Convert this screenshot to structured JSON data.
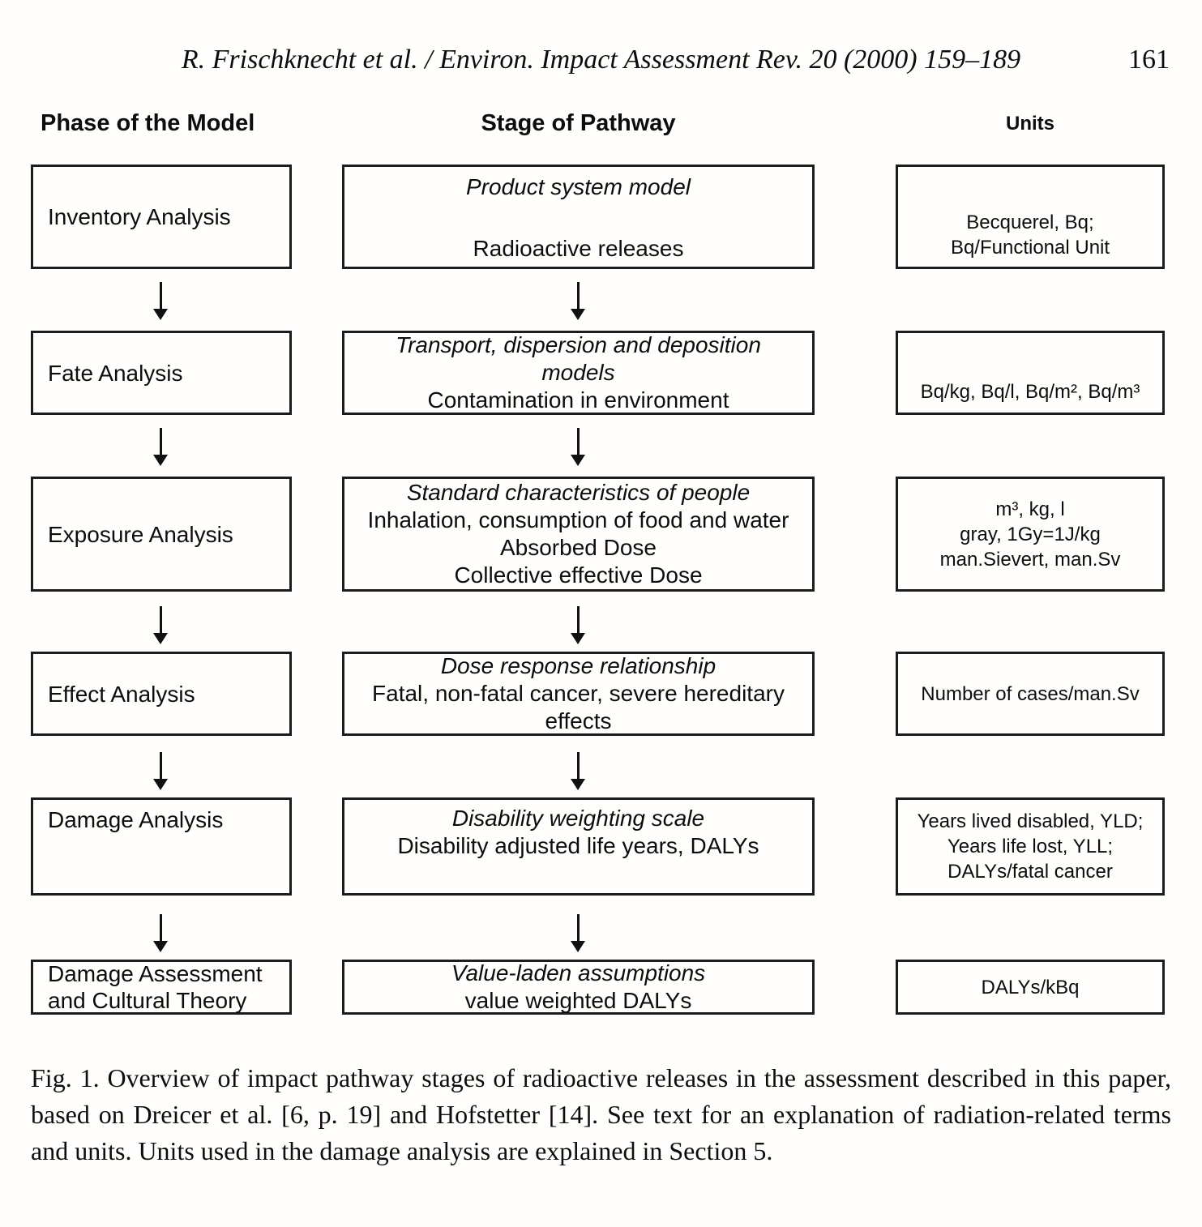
{
  "header": {
    "running_title": "R. Frischknecht et al. / Environ. Impact Assessment Rev. 20 (2000) 159–189",
    "page_number": "161"
  },
  "column_headers": {
    "phase": "Phase of the Model",
    "stage": "Stage of Pathway",
    "units": "Units"
  },
  "rows": [
    {
      "phase": "Inventory Analysis",
      "stage_title": "Product system model",
      "stage_body": "Radioactive releases",
      "units": "Becquerel, Bq;\nBq/Functional Unit"
    },
    {
      "phase": "Fate Analysis",
      "stage_title": "Transport, dispersion and deposition\nmodels",
      "stage_body": "Contamination in environment",
      "units": "Bq/kg, Bq/l, Bq/m², Bq/m³"
    },
    {
      "phase": "Exposure Analysis",
      "stage_title": "Standard characteristics of people",
      "stage_body": "Inhalation, consumption of food and water\nAbsorbed Dose\nCollective effective Dose",
      "units": "m³, kg, l\ngray, 1Gy=1J/kg\nman.Sievert, man.Sv"
    },
    {
      "phase": "Effect Analysis",
      "stage_title": "Dose response relationship",
      "stage_body": "Fatal, non-fatal cancer, severe hereditary\neffects",
      "units": "Number of cases/man.Sv"
    },
    {
      "phase": "Damage Analysis",
      "stage_title": "Disability weighting scale",
      "stage_body": "Disability adjusted life years, DALYs",
      "units": "Years lived disabled, YLD;\nYears life lost, YLL;\nDALYs/fatal cancer"
    },
    {
      "phase": "Damage Assessment\nand Cultural Theory",
      "stage_title": "Value-laden assumptions",
      "stage_body": "value weighted DALYs",
      "units": "DALYs/kBq"
    }
  ],
  "caption": "Fig. 1. Overview of impact pathway stages of radioactive releases in the assessment described in this paper, based on Dreicer et al. [6, p. 19] and Hofstetter [14]. See text for an explanation of radiation-related terms and units. Units used in the damage analysis are explained in Section 5."
}
